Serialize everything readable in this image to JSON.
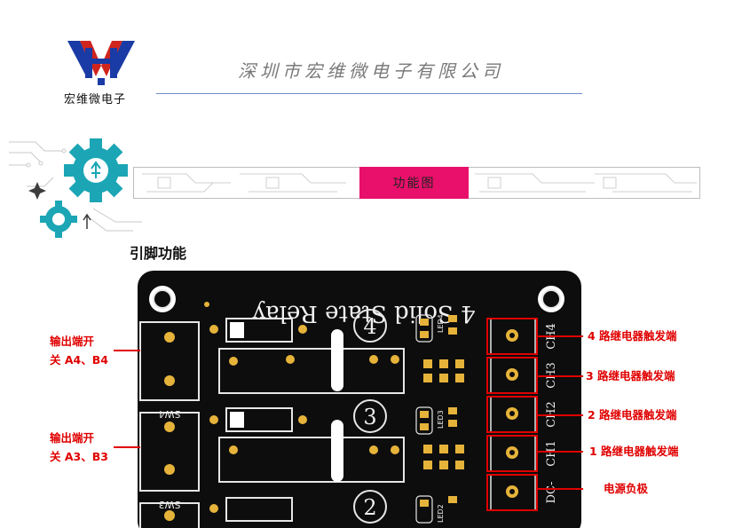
{
  "header": {
    "logo_text": "宏维微电子",
    "company_name": "深圳市宏维微电子有限公司"
  },
  "banner": {
    "label": "功能图"
  },
  "section": {
    "title": "引脚功能"
  },
  "board": {
    "silkscreen_title": "4 Solid State Relay",
    "channels": [
      "CH4",
      "CH3",
      "CH2",
      "CH1"
    ],
    "dc_label": "DC-",
    "leds": [
      "LED4",
      "LED3",
      "LED2"
    ],
    "relay_numbers": [
      "4",
      "3",
      "2"
    ],
    "switches": [
      "SW4",
      "SW3"
    ]
  },
  "annotations": {
    "left": [
      {
        "line1": "输出端开",
        "line2": "关 A4、B4"
      },
      {
        "line1": "输出端开",
        "line2": "关 A3、B3"
      }
    ],
    "right": [
      "4 路继电器触发端",
      "3 路继电器触发端",
      "2 路继电器触发端",
      "1 路继电器触发端",
      "电源负极"
    ]
  },
  "colors": {
    "accent": "#e8106a",
    "annotation": "#e00000",
    "pcb": "#0d0d0d",
    "pad": "#e6b33a",
    "rule": "#6b8fc7"
  }
}
